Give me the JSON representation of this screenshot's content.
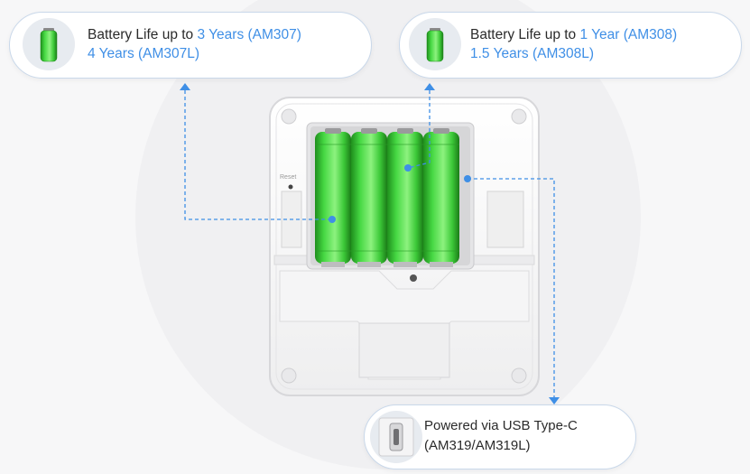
{
  "callouts": {
    "aa_battery": {
      "prefix": "Battery Life up to ",
      "highlight": "3 Years (AM307)",
      "line2": "4 Years (AM307L)",
      "icon": "battery-icon"
    },
    "aaa_battery": {
      "prefix": "Battery Life up to ",
      "highlight": "1 Year (AM308)",
      "line2": "1.5 Years (AM308L)",
      "icon": "battery-icon"
    },
    "usb": {
      "line1": "Powered via USB Type-C",
      "line2": "(AM319/AM319L)",
      "icon": "usb-port-icon"
    }
  },
  "device": {
    "reset_label": "Reset"
  },
  "colors": {
    "accent": "#3f8fe6",
    "battery_green": "#3fd93a",
    "connector_line": "#3f8fe6"
  }
}
